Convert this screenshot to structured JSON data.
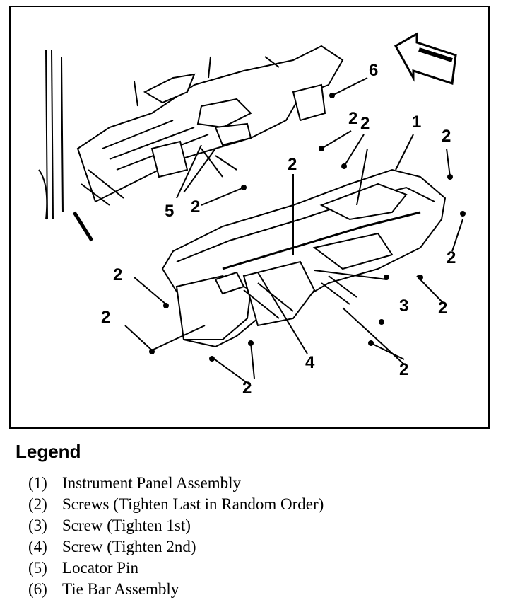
{
  "figure": {
    "callouts": [
      {
        "id": "c1",
        "text": "1"
      },
      {
        "id": "c2a",
        "text": "2"
      },
      {
        "id": "c2b",
        "text": "2"
      },
      {
        "id": "c2c",
        "text": "2"
      },
      {
        "id": "c2d",
        "text": "2"
      },
      {
        "id": "c2e",
        "text": "2"
      },
      {
        "id": "c2f",
        "text": "2"
      },
      {
        "id": "c2g",
        "text": "2"
      },
      {
        "id": "c2h",
        "text": "2"
      },
      {
        "id": "c2i",
        "text": "2"
      },
      {
        "id": "c2j",
        "text": "2"
      },
      {
        "id": "c2k",
        "text": "2"
      },
      {
        "id": "c3",
        "text": "3"
      },
      {
        "id": "c4",
        "text": "4"
      },
      {
        "id": "c5",
        "text": "5"
      },
      {
        "id": "c6",
        "text": "6"
      }
    ]
  },
  "legend": {
    "title": "Legend",
    "items": [
      {
        "num": "(1)",
        "label": "Instrument Panel Assembly"
      },
      {
        "num": "(2)",
        "label": "Screws (Tighten Last in Random Order)"
      },
      {
        "num": "(3)",
        "label": "Screw (Tighten 1st)"
      },
      {
        "num": "(4)",
        "label": "Screw (Tighten 2nd)"
      },
      {
        "num": "(5)",
        "label": "Locator Pin"
      },
      {
        "num": "(6)",
        "label": "Tie Bar Assembly"
      }
    ]
  }
}
